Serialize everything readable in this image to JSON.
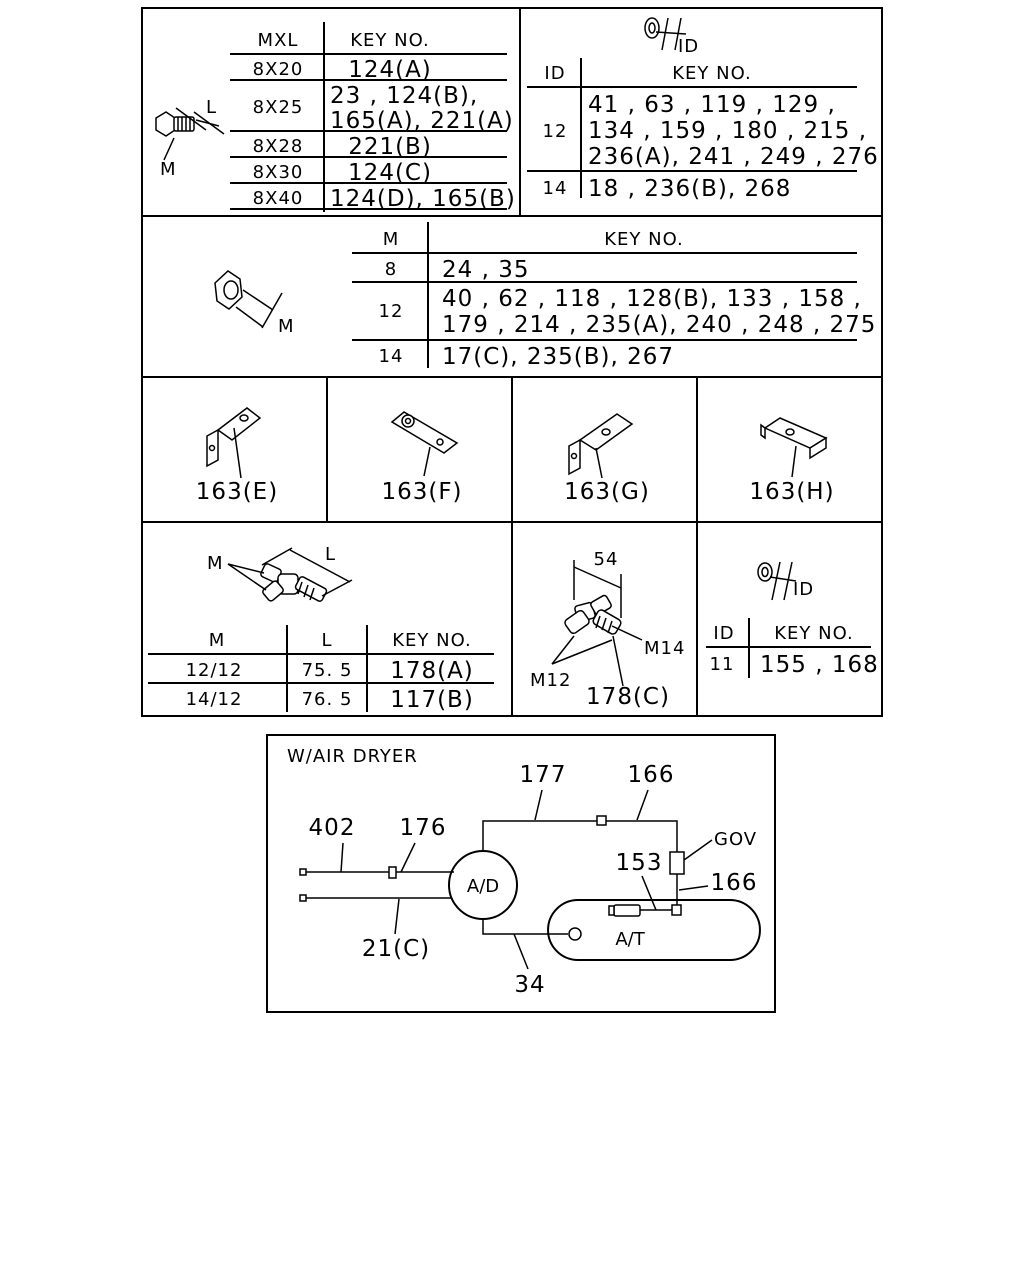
{
  "bolt_table": {
    "col_size": "MXL",
    "col_key": "KEY NO.",
    "label_L": "L",
    "label_M": "M",
    "rows": [
      {
        "size": "8X20",
        "keys": [
          "124(A)"
        ]
      },
      {
        "size": "8X25",
        "keys": [
          "23 , 124(B),",
          "165(A), 221(A)"
        ]
      },
      {
        "size": "8X28",
        "keys": [
          "221(B)"
        ]
      },
      {
        "size": "8X30",
        "keys": [
          "124(C)"
        ]
      },
      {
        "size": "8X40",
        "keys": [
          "124(D), 165(B)"
        ]
      }
    ]
  },
  "washer_table": {
    "label_id": "ID",
    "col_id": "ID",
    "col_key": "KEY NO.",
    "rows": [
      {
        "id": "12",
        "keys": [
          "41 , 63 , 119 , 129 ,",
          "134 , 159 , 180 , 215 ,",
          "236(A), 241 , 249 , 276"
        ]
      },
      {
        "id": "14",
        "keys": [
          "18 , 236(B), 268"
        ]
      }
    ]
  },
  "nut_table": {
    "label_M": "M",
    "col_m": "M",
    "col_key": "KEY NO.",
    "rows": [
      {
        "m": "8",
        "keys": [
          "24 , 35"
        ]
      },
      {
        "m": "12",
        "keys": [
          "40 , 62 , 118 , 128(B), 133 , 158 ,",
          "179 , 214 , 235(A), 240 , 248 , 275"
        ]
      },
      {
        "m": "14",
        "keys": [
          "17(C), 235(B), 267"
        ]
      }
    ]
  },
  "brackets": [
    {
      "label": "163(E)"
    },
    {
      "label": "163(F)"
    },
    {
      "label": "163(G)"
    },
    {
      "label": "163(H)"
    }
  ],
  "tee_table": {
    "label_M": "M",
    "label_L": "L",
    "col_m": "M",
    "col_l": "L",
    "col_key": "KEY NO.",
    "rows": [
      {
        "m": "12/12",
        "l": "75. 5",
        "key": "178(A)"
      },
      {
        "m": "14/12",
        "l": "76. 5",
        "key": "117(B)"
      }
    ]
  },
  "tee_c": {
    "dim": "54",
    "label_m14": "M14",
    "label_m12": "M12",
    "label": "178(C)"
  },
  "washer_small": {
    "label_id": "ID",
    "col_id": "ID",
    "col_key": "KEY NO.",
    "row_id": "11",
    "row_keys": "155 , 168"
  },
  "schematic": {
    "title": "W/AIR DRYER",
    "ad": "A/D",
    "at": "A/T",
    "gov": "GOV",
    "labels": {
      "l177": "177",
      "l166a": "166",
      "l402": "402",
      "l176": "176",
      "l153": "153",
      "l166b": "166",
      "l21c": "21(C)",
      "l34": "34"
    }
  }
}
